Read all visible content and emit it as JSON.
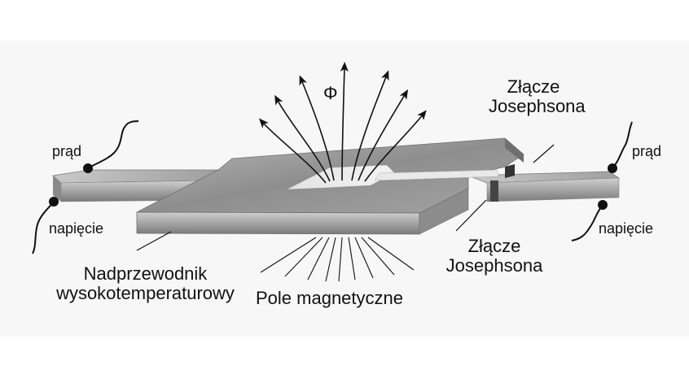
{
  "labels": {
    "phi": "Φ",
    "junction_top_line1": "Złącze",
    "junction_top_line2": "Josephsona",
    "current_left": "prąd",
    "current_right": "prąd",
    "voltage_left": "napięcie",
    "voltage_right": "napięcie",
    "junction_bottom_line1": "Złącze",
    "junction_bottom_line2": "Josephsona",
    "superconductor_line1": "Nadprzewodnik",
    "superconductor_line2": "wysokotemperaturowy",
    "magnetic_field": "Pole magnetyczne"
  },
  "colors": {
    "background_panel": "#f7f7f7",
    "slab_top": "#9a9a9a",
    "slab_side": "#777777",
    "ink": "#111111"
  }
}
